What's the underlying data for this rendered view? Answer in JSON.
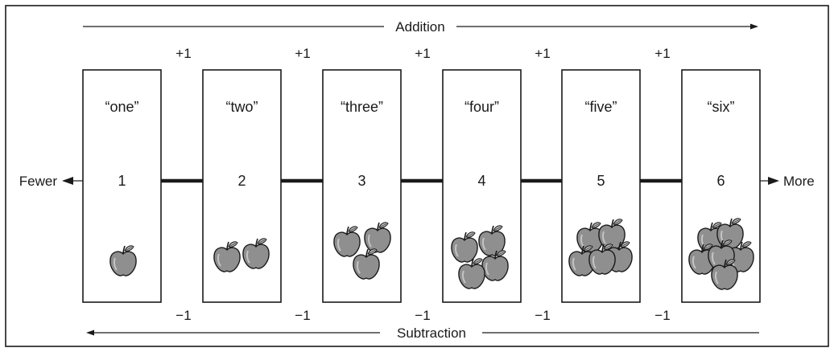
{
  "addition": {
    "label": "Addition",
    "step_label": "+1"
  },
  "subtraction": {
    "label": "Subtraction",
    "step_label": "−1"
  },
  "ends": {
    "left": "Fewer",
    "right": "More"
  },
  "boxes": [
    {
      "word": "“one”",
      "numeral": "1",
      "apples": 1
    },
    {
      "word": "“two”",
      "numeral": "2",
      "apples": 2
    },
    {
      "word": "“three”",
      "numeral": "3",
      "apples": 3
    },
    {
      "word": "“four”",
      "numeral": "4",
      "apples": 4
    },
    {
      "word": "“five”",
      "numeral": "5",
      "apples": 5
    },
    {
      "word": "“six”",
      "numeral": "6",
      "apples": 6
    }
  ],
  "colors": {
    "apple_fill": "#8f8f8f",
    "apple_highlight": "#c4c4c4",
    "ink": "#1a1a1a"
  }
}
